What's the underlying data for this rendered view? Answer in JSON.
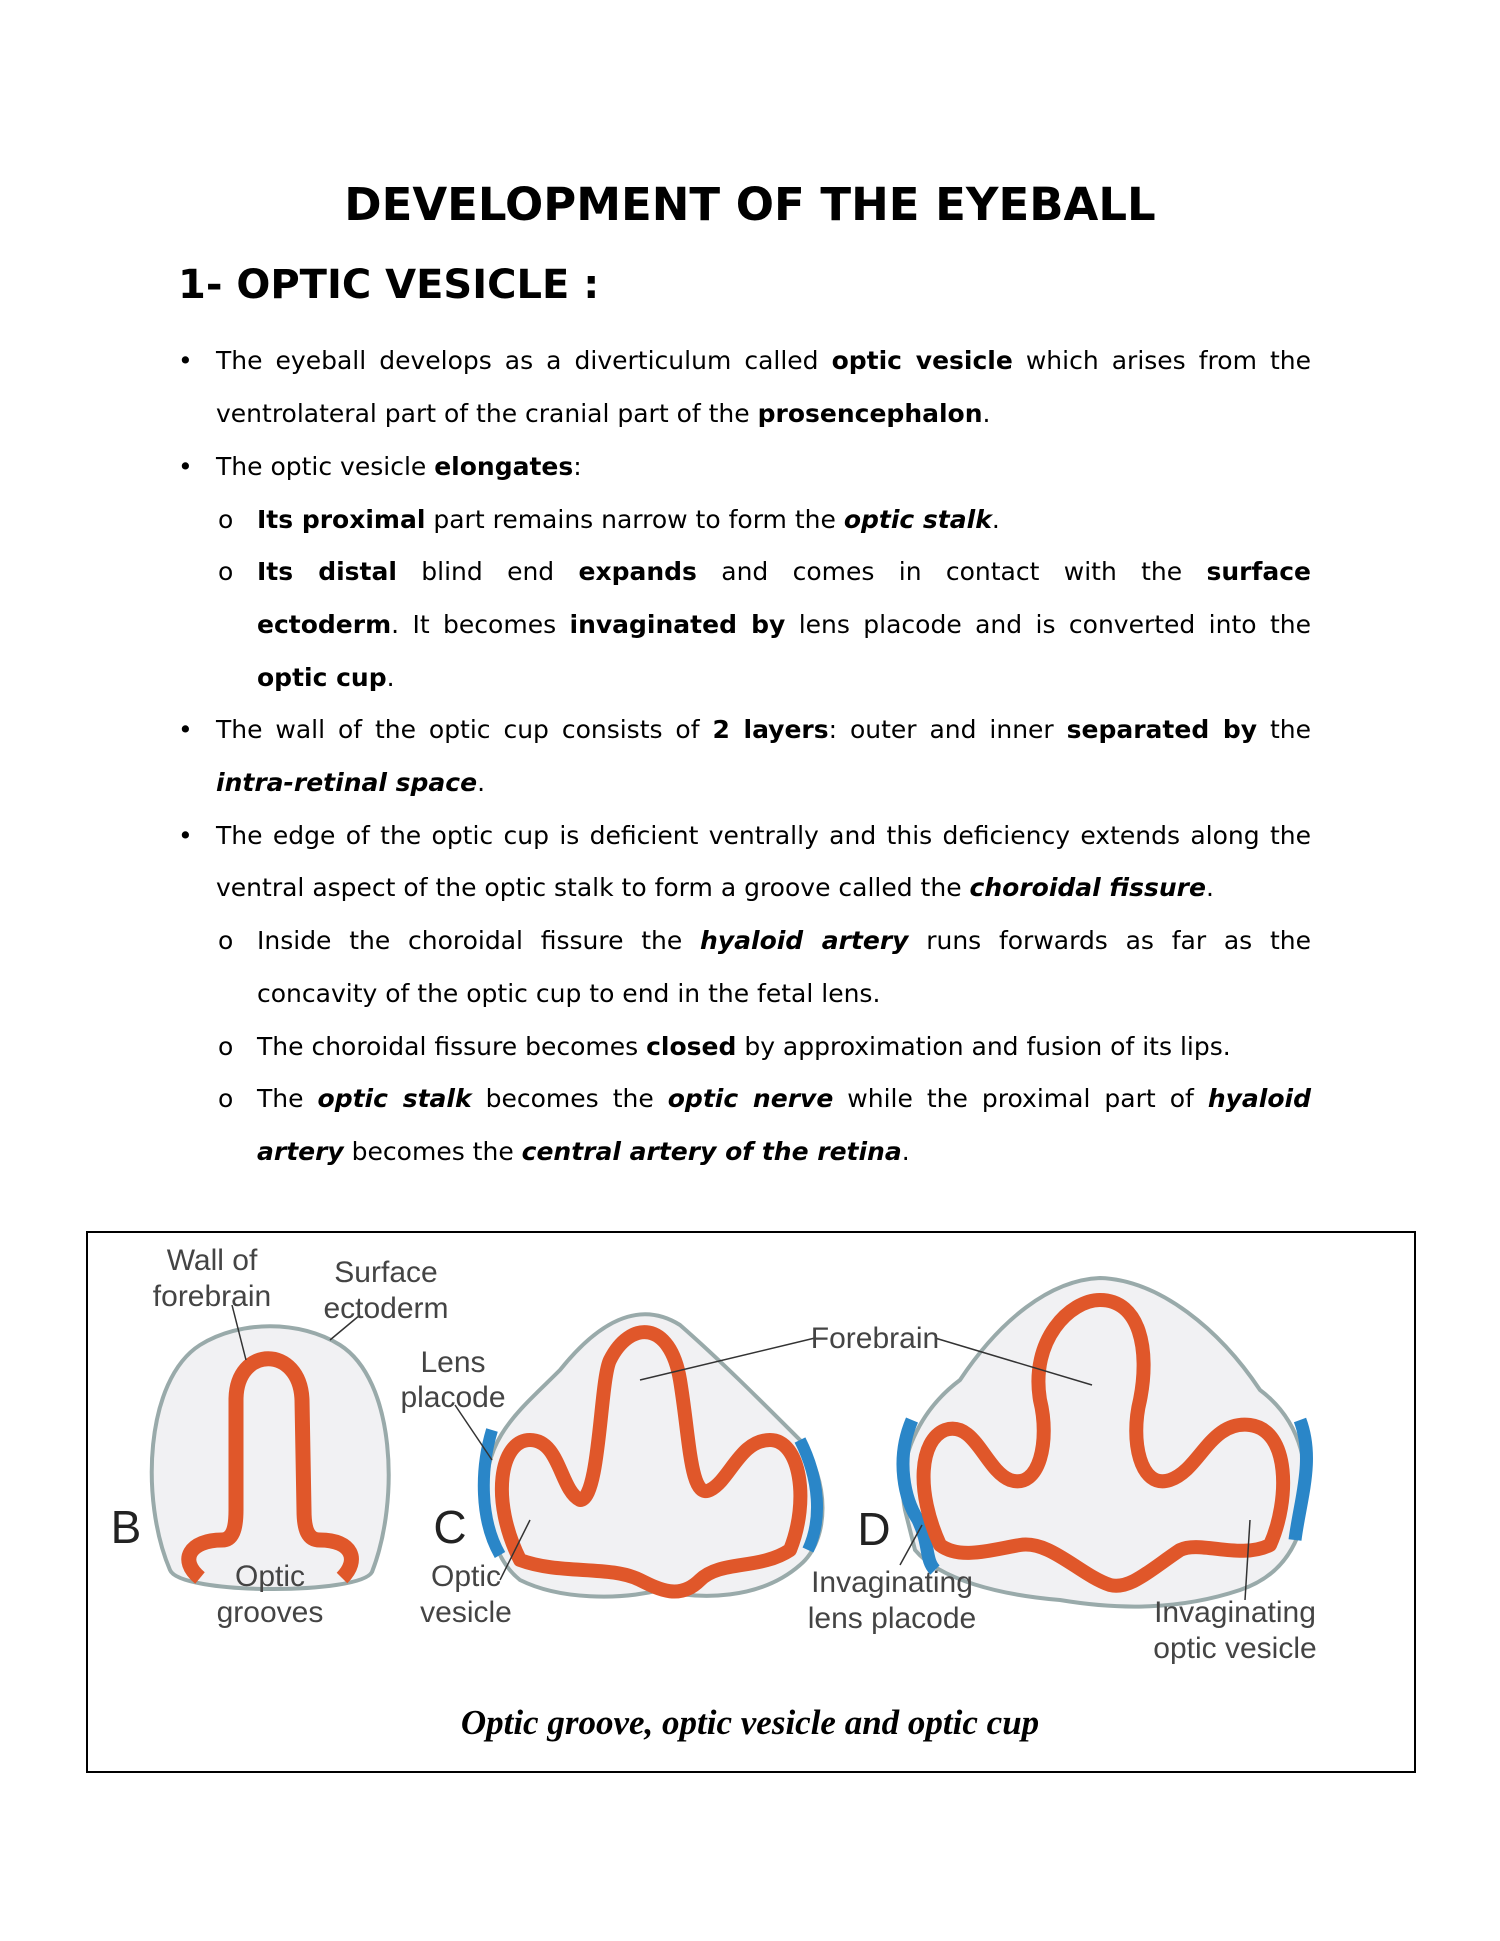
{
  "title": "DEVELOPMENT OF THE EYEBALL",
  "section_heading": "1- OPTIC VESICLE :",
  "bullet_glyph": "•",
  "sub_bullet_glyph": "o",
  "lines": [
    {
      "level": 1,
      "marker": true,
      "runs": [
        {
          "t": "The eyeball develops as a diverticulum called "
        },
        {
          "t": "optic vesicle",
          "s": "b"
        },
        {
          "t": " which arises from the"
        }
      ]
    },
    {
      "level": 1,
      "marker": false,
      "last": true,
      "runs": [
        {
          "t": "ventrolateral part of the cranial part of the "
        },
        {
          "t": "prosencephalon",
          "s": "b"
        },
        {
          "t": "."
        }
      ]
    },
    {
      "level": 1,
      "marker": true,
      "last": true,
      "runs": [
        {
          "t": "The optic vesicle "
        },
        {
          "t": "elongates",
          "s": "b"
        },
        {
          "t": ":"
        }
      ]
    },
    {
      "level": 2,
      "marker": true,
      "last": true,
      "runs": [
        {
          "t": "Its proximal",
          "s": "b"
        },
        {
          "t": " part remains narrow to form the "
        },
        {
          "t": "optic stalk",
          "s": "bi"
        },
        {
          "t": "."
        }
      ]
    },
    {
      "level": 2,
      "marker": true,
      "runs": [
        {
          "t": "Its distal",
          "s": "b"
        },
        {
          "t": " blind end "
        },
        {
          "t": "expands",
          "s": "b"
        },
        {
          "t": " and comes in contact with the "
        },
        {
          "t": "surface",
          "s": "b"
        }
      ]
    },
    {
      "level": 2,
      "marker": false,
      "runs": [
        {
          "t": "ectoderm",
          "s": "b"
        },
        {
          "t": ". It becomes "
        },
        {
          "t": "invaginated by",
          "s": "b"
        },
        {
          "t": " lens placode and is converted into the"
        }
      ]
    },
    {
      "level": 2,
      "marker": false,
      "last": true,
      "runs": [
        {
          "t": "optic cup",
          "s": "b"
        },
        {
          "t": "."
        }
      ]
    },
    {
      "level": 1,
      "marker": true,
      "runs": [
        {
          "t": "The wall of the optic cup consists of "
        },
        {
          "t": "2 layers",
          "s": "b"
        },
        {
          "t": ": outer and inner "
        },
        {
          "t": "separated by",
          "s": "b"
        },
        {
          "t": " the"
        }
      ]
    },
    {
      "level": 1,
      "marker": false,
      "last": true,
      "runs": [
        {
          "t": "intra-retinal space",
          "s": "bi"
        },
        {
          "t": "."
        }
      ]
    },
    {
      "level": 1,
      "marker": true,
      "runs": [
        {
          "t": "The edge of the optic cup is deficient ventrally and this deficiency extends along the"
        }
      ]
    },
    {
      "level": 1,
      "marker": false,
      "last": true,
      "runs": [
        {
          "t": "ventral aspect of the optic stalk to form a groove called the "
        },
        {
          "t": "choroidal fissure",
          "s": "bi"
        },
        {
          "t": "."
        }
      ]
    },
    {
      "level": 2,
      "marker": true,
      "runs": [
        {
          "t": "Inside the choroidal fissure the "
        },
        {
          "t": "hyaloid artery",
          "s": "bi"
        },
        {
          "t": " runs forwards as far as the"
        }
      ]
    },
    {
      "level": 2,
      "marker": false,
      "last": true,
      "runs": [
        {
          "t": "concavity of the optic cup to end in the fetal lens."
        }
      ]
    },
    {
      "level": 2,
      "marker": true,
      "last": true,
      "runs": [
        {
          "t": "The choroidal fissure becomes "
        },
        {
          "t": "closed",
          "s": "b"
        },
        {
          "t": " by approximation and fusion of its lips."
        }
      ]
    },
    {
      "level": 2,
      "marker": true,
      "runs": [
        {
          "t": "The "
        },
        {
          "t": "optic stalk",
          "s": "bi"
        },
        {
          "t": " becomes the "
        },
        {
          "t": "optic nerve",
          "s": "bi"
        },
        {
          "t": " while the proximal part of "
        },
        {
          "t": "hyaloid",
          "s": "bi"
        }
      ]
    },
    {
      "level": 2,
      "marker": false,
      "last": true,
      "runs": [
        {
          "t": "artery",
          "s": "bi"
        },
        {
          "t": " becomes the "
        },
        {
          "t": "central artery of the retina",
          "s": "bi"
        },
        {
          "t": "."
        }
      ]
    }
  ],
  "figure": {
    "panel_letters": [
      "B",
      "C",
      "D"
    ],
    "labels": {
      "wall_of": "Wall of",
      "forebrain_wall": "forebrain",
      "surface": "Surface",
      "ectoderm": "ectoderm",
      "lens": "Lens",
      "placode": "placode",
      "forebrain": "Forebrain",
      "optic_g": "Optic",
      "grooves": "grooves",
      "optic_v": "Optic",
      "vesicle": "vesicle",
      "invag1": "Invaginating",
      "lens_placode": "lens placode",
      "invag2": "Invaginating",
      "optic_vesicle": "optic vesicle"
    },
    "caption": "Optic groove, optic vesicle and optic cup",
    "colors": {
      "neural": "#e0572a",
      "ectoderm_lens": "#2a86c8",
      "mesenchyme": "#f1f1f3"
    }
  }
}
